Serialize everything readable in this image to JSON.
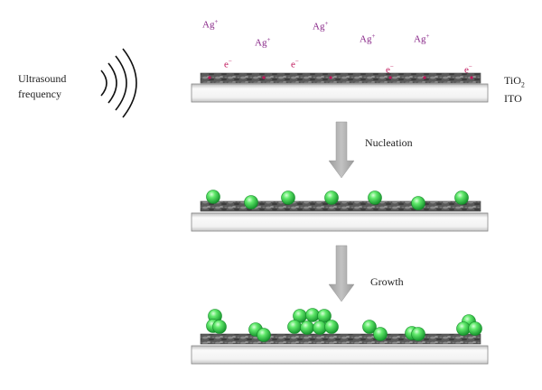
{
  "labels": {
    "ultrasound_line1": "Ultrasound",
    "ultrasound_line2": "frequency",
    "tio2_base": "TiO",
    "tio2_sub": "2",
    "ito": "ITO",
    "nucleation": "Nucleation",
    "growth": "Growth"
  },
  "ions": {
    "silver_base": "Ag",
    "silver_charge": "+",
    "electron_base": "e",
    "electron_charge": "−"
  },
  "colors": {
    "silver_ion": "#8a2a8a",
    "electron": "#c0185c",
    "tio2_layer": "#555555",
    "ito_substrate": "#eeeeee",
    "arrow": "#aaaaaa",
    "particle": "#3ddc52",
    "wave": "#111111"
  }
}
